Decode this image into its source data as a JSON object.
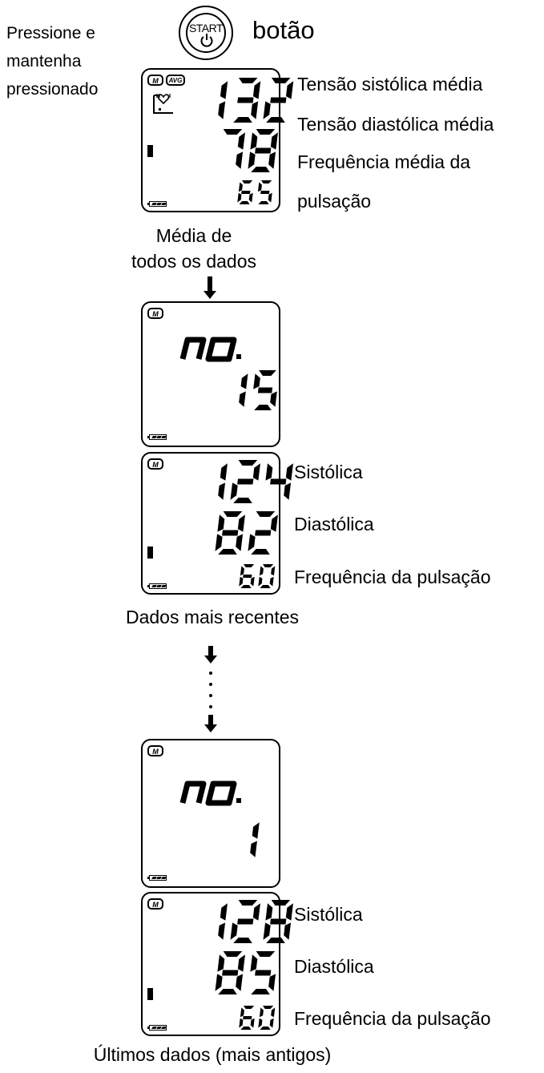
{
  "instruction": {
    "line1": "Pressione e",
    "line2": "mantenha",
    "line3": "pressionado"
  },
  "start_button": {
    "label": "START",
    "word": "botão",
    "icon": "power-icon"
  },
  "avg_screen": {
    "m_icon": "M",
    "avg_icon": "AVG",
    "icon": "irregular-heartbeat-icon",
    "systolic": "132",
    "diastolic": "78",
    "pulse": "65",
    "label_systolic": "Tensão sistólica média",
    "label_diastolic": "Tensão diastólica média",
    "label_pulse_1": "Frequência média da",
    "label_pulse_2": "pulsação"
  },
  "caption_avg": {
    "line1": "Média de",
    "line2": "todos os dados"
  },
  "record_no_recent": {
    "m_icon": "M",
    "prefix": "no.",
    "number": "15"
  },
  "recent_screen": {
    "m_icon": "M",
    "systolic": "124",
    "diastolic": "82",
    "pulse": "60",
    "label_systolic": "Sistólica",
    "label_diastolic": "Diastólica",
    "label_pulse": "Frequência da pulsação"
  },
  "caption_recent": "Dados mais recentes",
  "record_no_oldest": {
    "m_icon": "M",
    "prefix": "no.",
    "number": "1"
  },
  "oldest_screen": {
    "m_icon": "M",
    "systolic": "128",
    "diastolic": "85",
    "pulse": "60",
    "label_systolic": "Sistólica",
    "label_diastolic": "Diastólica",
    "label_pulse": "Frequência da pulsação"
  },
  "caption_oldest": "Últimos dados (mais antigos)",
  "colors": {
    "ink": "#000000",
    "background": "#ffffff"
  }
}
